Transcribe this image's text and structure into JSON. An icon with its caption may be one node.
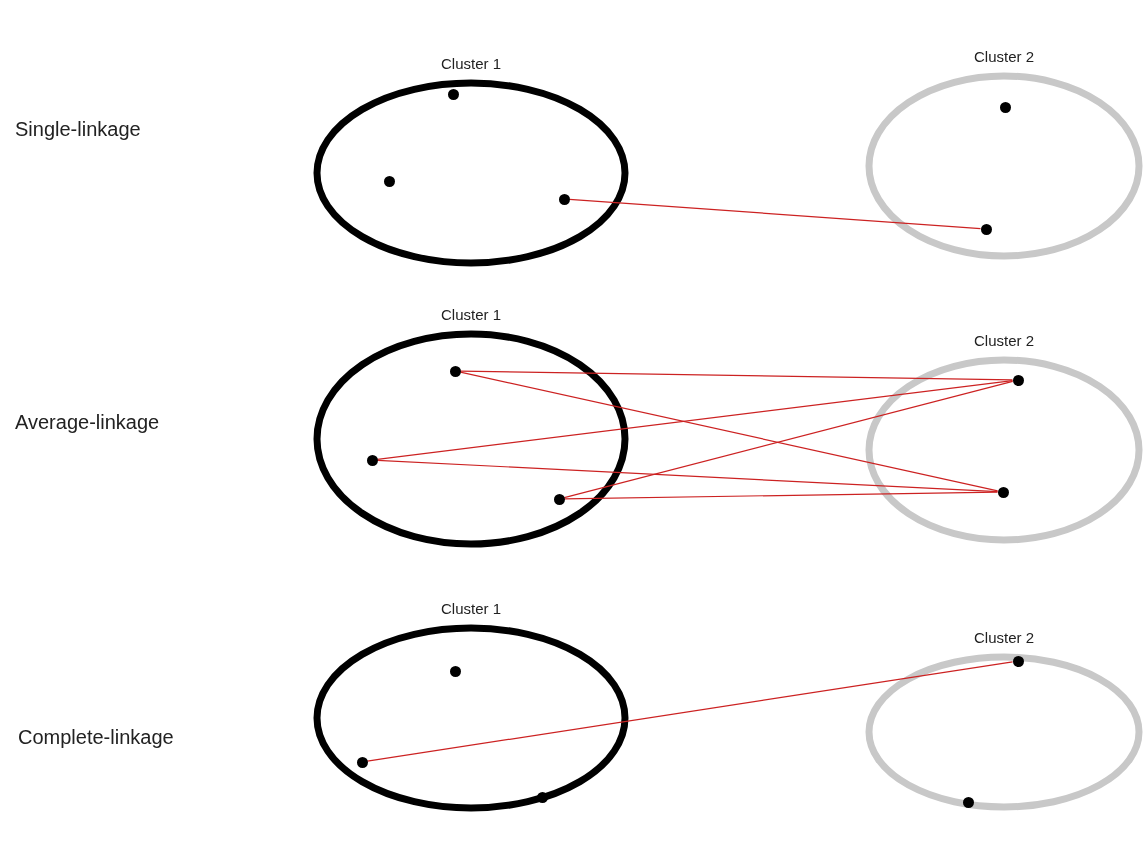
{
  "diagram": {
    "nodes": [
      {
        "text": [
          "Cluster 1"
        ]
      },
      {
        "text": [],
        "shape": "circle",
        "in": 0
      },
      {
        "text": [],
        "shape": "circle",
        "in": 0
      },
      {
        "text": [],
        "shape": "circle",
        "in": 0
      },
      {
        "text": [
          "Cluster 2"
        ]
      },
      {
        "text": [],
        "shape": "circle",
        "in": 4
      },
      {
        "text": [],
        "shape": "circle",
        "in": 4
      },
      {
        "text": [
          "Cluster 1"
        ]
      },
      {
        "text": [],
        "shape": "circle",
        "in": 7
      },
      {
        "text": [],
        "shape": "circle",
        "in": 7
      },
      {
        "text": [],
        "shape": "circle",
        "in": 7
      },
      {
        "text": [
          "Cluster 2"
        ]
      },
      {
        "text": [],
        "shape": "circle",
        "in": 11
      },
      {
        "text": [],
        "shape": "circle",
        "in": 11
      },
      {
        "text": [
          "Cluster 1"
        ]
      },
      {
        "text": [],
        "shape": "circle",
        "in": 14
      },
      {
        "text": [],
        "shape": "circle",
        "in": 14
      },
      {
        "text": [],
        "shape": "circle",
        "in": 14
      },
      {
        "text": [
          "Cluster 2"
        ]
      },
      {
        "text": [],
        "shape": "circle",
        "in": 18
      },
      {
        "text": [],
        "shape": "circle",
        "in": 18
      }
    ],
    "edges": [
      {
        "from": 3,
        "to": 5,
        "arrow": "none"
      },
      {
        "from": 9,
        "to": 13,
        "arrow": "none"
      },
      {
        "from": 9,
        "to": 12,
        "arrow": "none"
      },
      {
        "from": 8,
        "to": 13,
        "arrow": "none"
      },
      {
        "from": 8,
        "to": 12,
        "arrow": "none"
      },
      {
        "from": 10,
        "to": 13,
        "arrow": "none"
      },
      {
        "from": 10,
        "to": 12,
        "arrow": "none"
      },
      {
        "from": 15,
        "to": 20,
        "arrow": "none"
      }
    ],
    "labels": [
      "Single-linkage",
      "Average-linkage",
      "Complete-linkage"
    ]
  }
}
